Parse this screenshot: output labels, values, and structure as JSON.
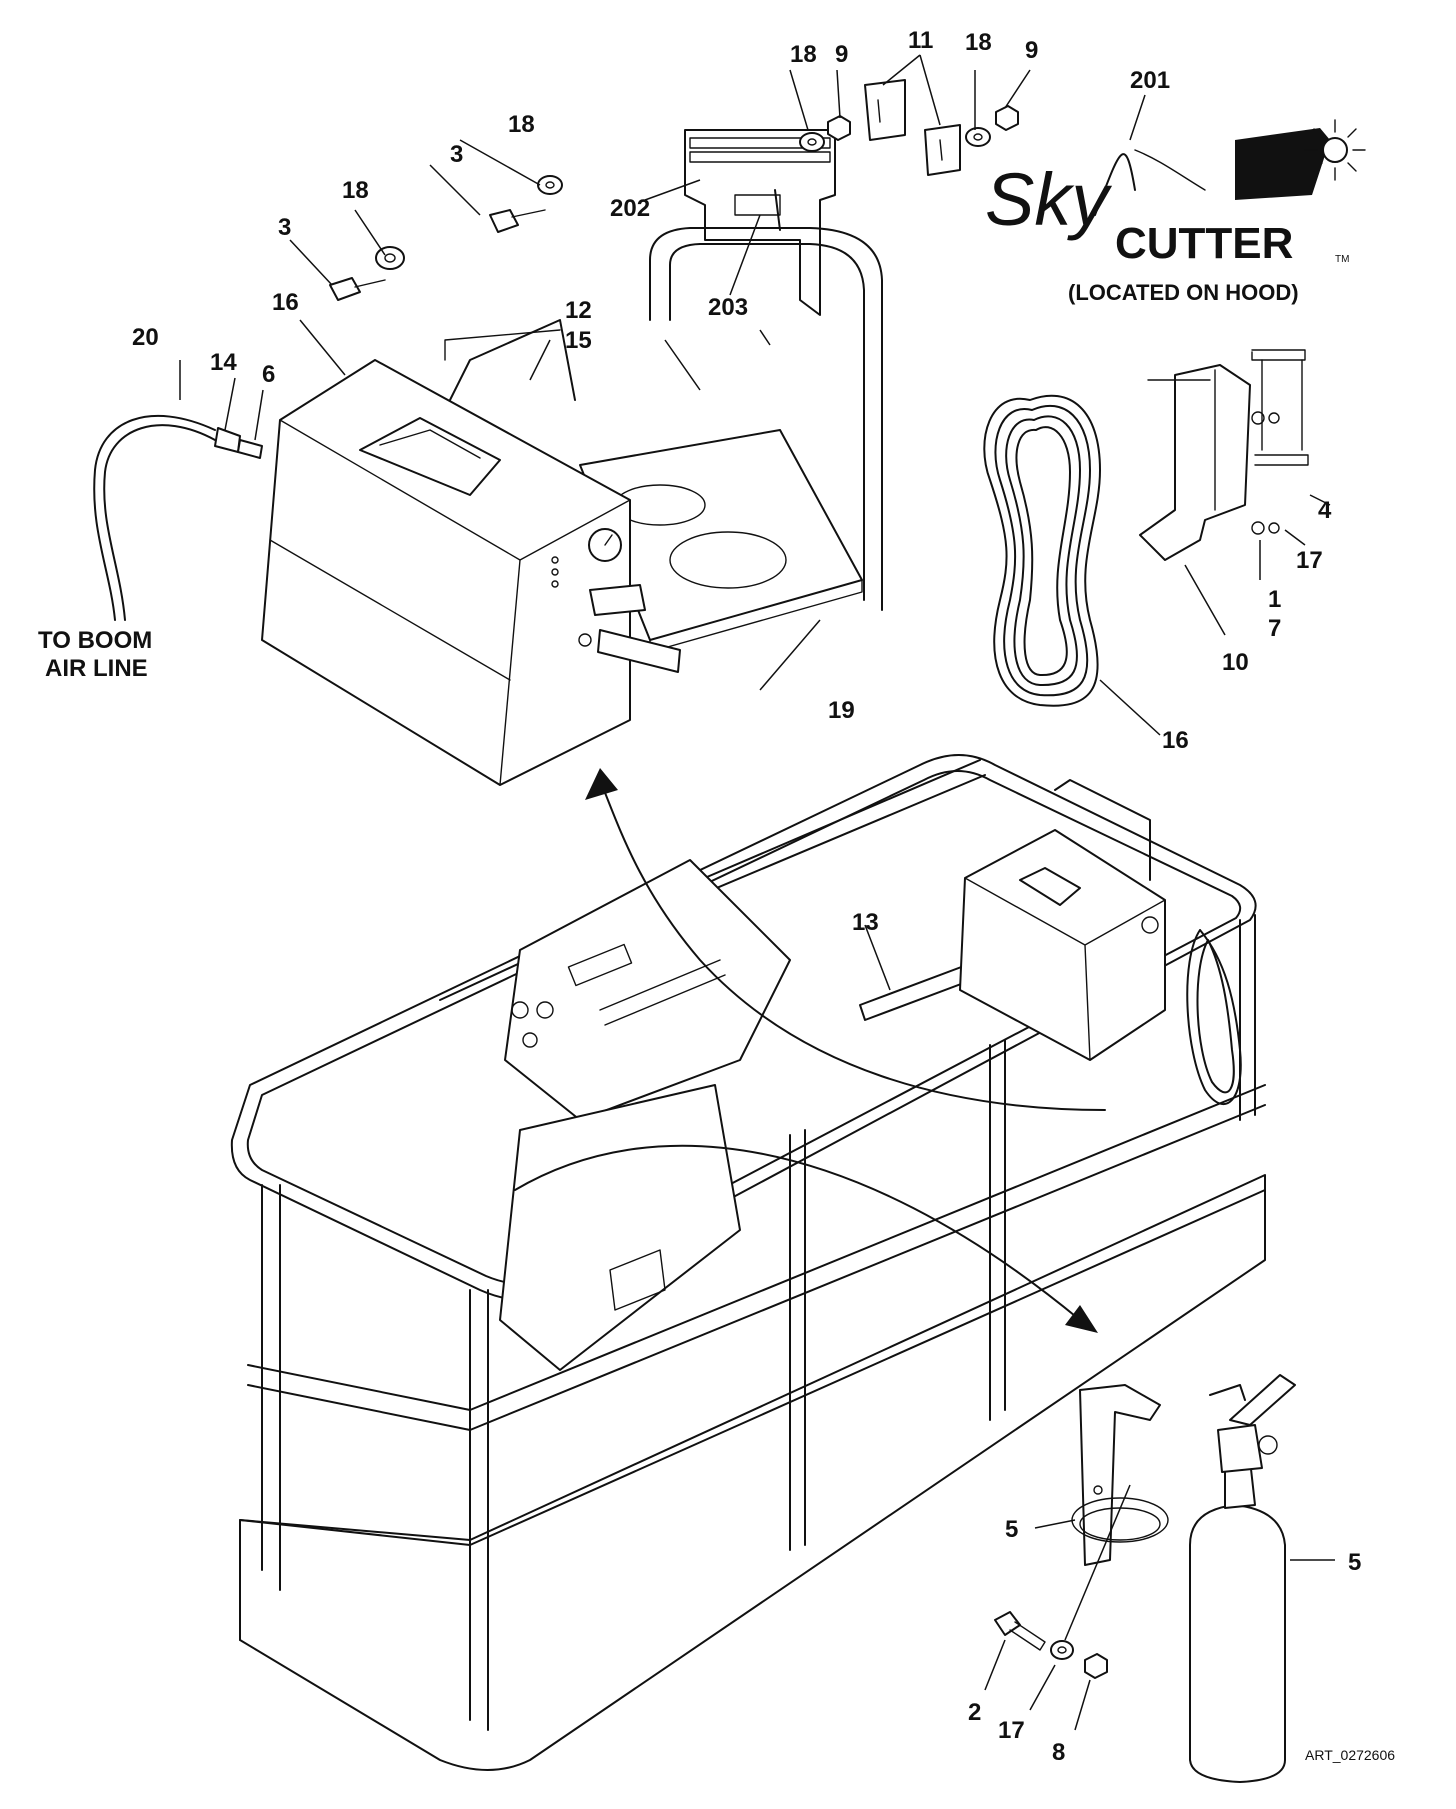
{
  "callouts": {
    "c18_top_a": "18",
    "c9_top_a": "9",
    "c11": "11",
    "c18_top_b": "18",
    "c9_top_b": "9",
    "c201": "201",
    "c18_mid": "18",
    "c3_mid": "3",
    "c18_left": "18",
    "c3_left": "3",
    "c202": "202",
    "c203": "203",
    "c16_unit": "16",
    "c12": "12",
    "c15": "15",
    "c20": "20",
    "c14": "14",
    "c6": "6",
    "c4": "4",
    "c17_bracket": "17",
    "c1": "1",
    "c7": "7",
    "c10": "10",
    "c19": "19",
    "c16_hose": "16",
    "c13": "13",
    "c5_bracket": "5",
    "c5_extinguisher": "5",
    "c2": "2",
    "c17_bottom": "17",
    "c8": "8"
  },
  "notes": {
    "boom_line_1": "TO BOOM",
    "boom_line_2": "AIR LINE",
    "logo_location": "(LOCATED ON HOOD)"
  },
  "logo": {
    "word_sky": "Sky",
    "word_cutter": "CUTTER",
    "trademark": "TM"
  },
  "art_id": "ART_0272606"
}
